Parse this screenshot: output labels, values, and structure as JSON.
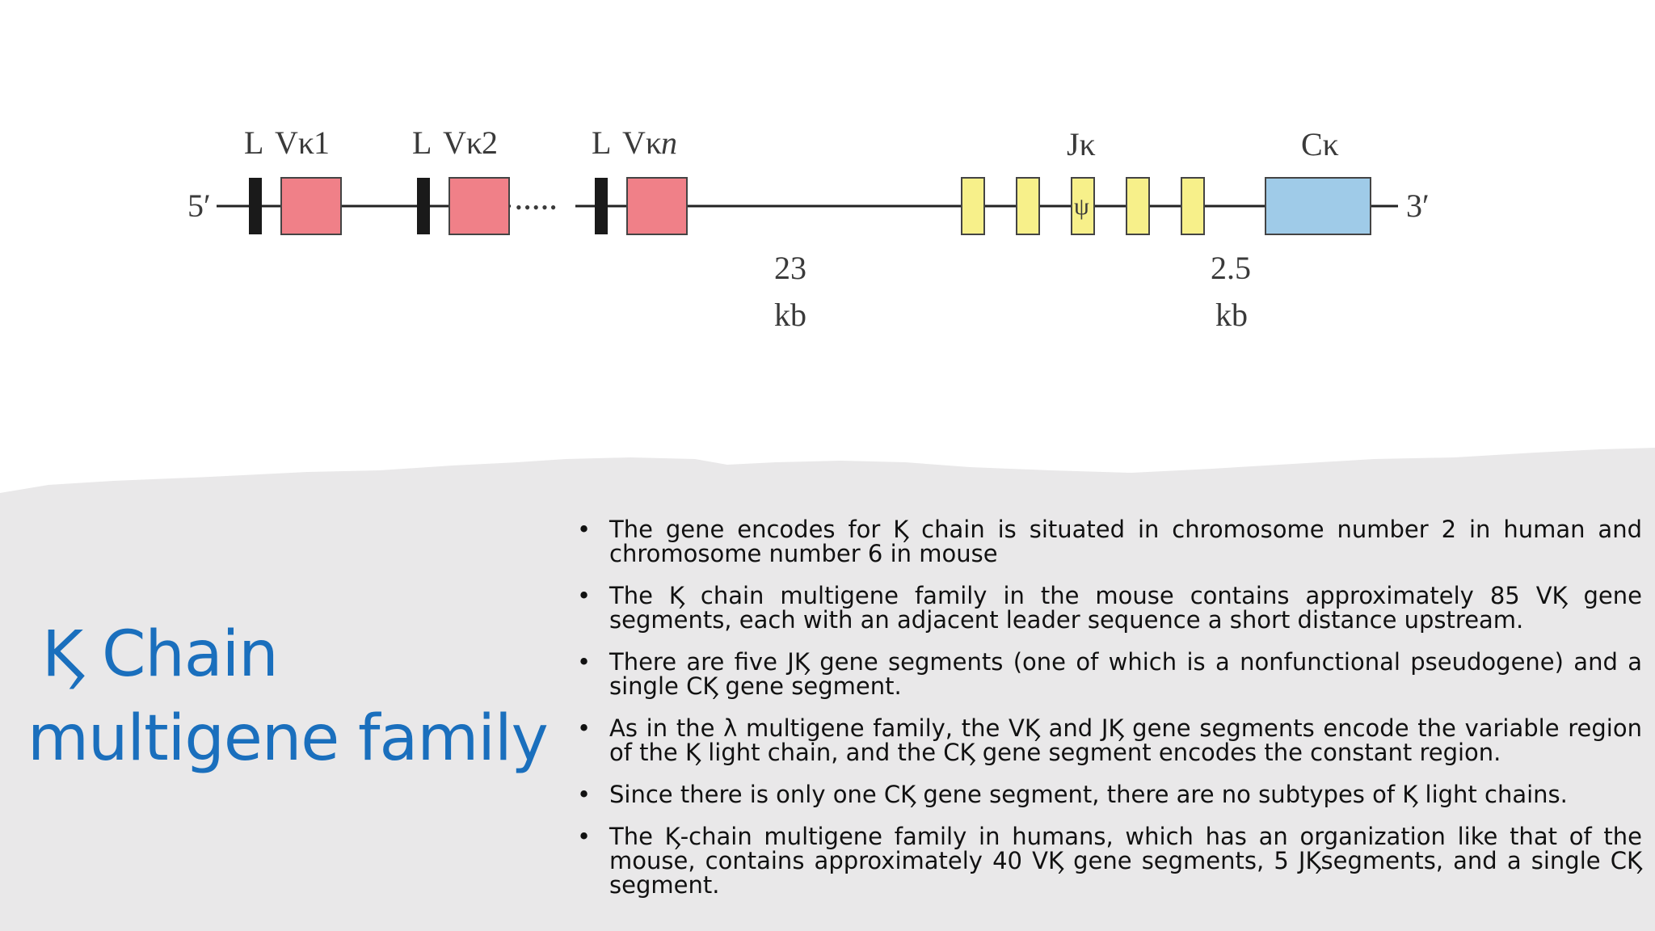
{
  "diagram": {
    "five_prime": "5′",
    "three_prime": "3′",
    "segments": [
      {
        "leader": "L",
        "v": "Vκ",
        "num": "1"
      },
      {
        "leader": "L",
        "v": "Vκ",
        "num": "2"
      },
      {
        "leader": "L",
        "v": "Vκ",
        "num": "n"
      }
    ],
    "dots": "•••••",
    "j_label": "Jκ",
    "pseudo_symbol": "ψ",
    "c_label": "Cκ",
    "distance1": {
      "value": "23",
      "unit": "kb"
    },
    "distance2": {
      "value": "2.5",
      "unit": "kb"
    },
    "colors": {
      "v": "#f08088",
      "j": "#f7f08a",
      "c": "#9fcbe8",
      "leader": "#1a1a1a"
    }
  },
  "title": {
    "line1": "Ϗ Chain",
    "line2": "multigene family"
  },
  "bullets": [
    "The gene encodes for Ϗ chain is situated in chromosome number 2 in human and chromosome number 6 in mouse",
    "The  Ϗ chain multigene family in the mouse contains approximately 85 VϏ gene segments, each with an adjacent leader sequence a short distance upstream.",
    "There are five JϏ gene segments (one of which is a nonfunctional pseudogene) and a single CϏ gene segment.",
    "As in the λ multigene family, the VϏ and JϏ gene segments encode the variable region of the Ϗ light chain, and the CϏ gene segment encodes the constant region.",
    "Since there is only one CϏ gene segment, there are no subtypes of Ϗ light chains.",
    "The Ϗ-chain multigene family in humans, which has an organization like that of the mouse, contains approximately 40 VϏ gene segments, 5 JϏsegments, and a single CϏ segment."
  ]
}
